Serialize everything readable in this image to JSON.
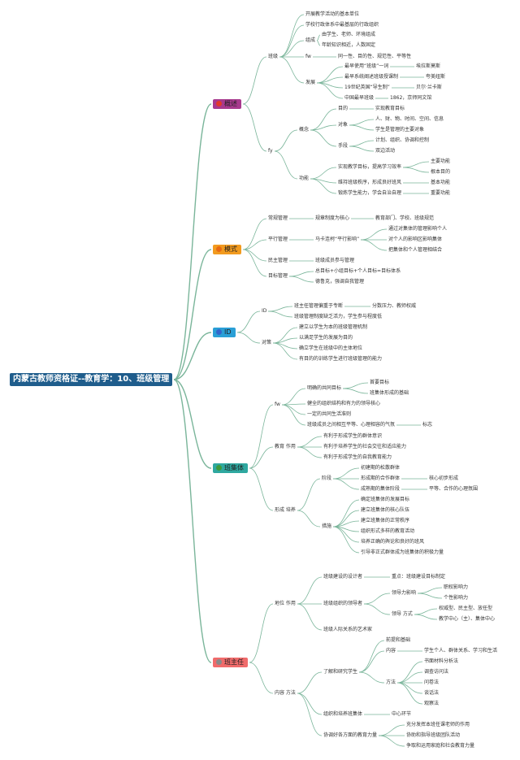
{
  "root": {
    "id": "root",
    "label": "内蒙古教师资格证--教育学：10、班级管理",
    "bg": "#1f5d8c"
  },
  "colors": {
    "edge": "#7ab59a",
    "node_text": "#333333"
  },
  "nodes": [
    {
      "id": "n1",
      "parent": "root",
      "label": "概述",
      "major": true,
      "bg": "#a83a8e",
      "dot": "#e23a2a",
      "icon": "red-circle-icon"
    },
    {
      "id": "n1a",
      "parent": "n1",
      "label": "班级"
    },
    {
      "id": "n1a1",
      "parent": "n1a",
      "label": "开展教学活动的基本单位"
    },
    {
      "id": "n1a2",
      "parent": "n1a",
      "label": "学校行政体系中最基层的行政组织"
    },
    {
      "id": "n1a3",
      "parent": "n1a",
      "label": "组成"
    },
    {
      "id": "n1a3a",
      "parent": "n1a3",
      "label": "由学生、老师、环境组成"
    },
    {
      "id": "n1a3b",
      "parent": "n1a3",
      "label": "年龄知识相近，人数固定"
    },
    {
      "id": "n1a4",
      "parent": "n1a",
      "label": "fw"
    },
    {
      "id": "n1a4a",
      "parent": "n1a4",
      "label": "同一性、目的性、规范性、平等性"
    },
    {
      "id": "n1a5",
      "parent": "n1a",
      "label": "发展"
    },
    {
      "id": "n1a5a",
      "parent": "n1a5",
      "label": "最早使用“班级”一词"
    },
    {
      "id": "n1a5a1",
      "parent": "n1a5a",
      "label": "埃拉斯莫斯"
    },
    {
      "id": "n1a5b",
      "parent": "n1a5",
      "label": "最早系统阐述班级授课制"
    },
    {
      "id": "n1a5b1",
      "parent": "n1a5b",
      "label": "夸美纽斯"
    },
    {
      "id": "n1a5c",
      "parent": "n1a5",
      "label": "19世纪英国“导生制”"
    },
    {
      "id": "n1a5c1",
      "parent": "n1a5c",
      "label": "贝尔·兰卡斯"
    },
    {
      "id": "n1a5d",
      "parent": "n1a5",
      "label": "中国最早班级"
    },
    {
      "id": "n1a5d1",
      "parent": "n1a5d",
      "label": "1862，京师同文馆"
    },
    {
      "id": "n1b",
      "parent": "n1",
      "label": "fy"
    },
    {
      "id": "n1b1",
      "parent": "n1b",
      "label": "概念"
    },
    {
      "id": "n1b1a",
      "parent": "n1b1",
      "label": "目的"
    },
    {
      "id": "n1b1a1",
      "parent": "n1b1a",
      "label": "实现教育目标"
    },
    {
      "id": "n1b1b",
      "parent": "n1b1",
      "label": "对象"
    },
    {
      "id": "n1b1b1",
      "parent": "n1b1b",
      "label": "人、财、物、时间、空间、信息"
    },
    {
      "id": "n1b1b2",
      "parent": "n1b1b",
      "label": "学生是管理的主要对象"
    },
    {
      "id": "n1b1c",
      "parent": "n1b1",
      "label": "手段"
    },
    {
      "id": "n1b1c1",
      "parent": "n1b1c",
      "label": "计划、组织、协调和控制"
    },
    {
      "id": "n1b1c2",
      "parent": "n1b1c",
      "label": "双边活动"
    },
    {
      "id": "n1b2",
      "parent": "n1b",
      "label": "功能"
    },
    {
      "id": "n1b2a",
      "parent": "n1b2",
      "label": "实现教学目标，提高学习效率"
    },
    {
      "id": "n1b2a1",
      "parent": "n1b2a",
      "label": "主要功能"
    },
    {
      "id": "n1b2a2",
      "parent": "n1b2a",
      "label": "根本目的"
    },
    {
      "id": "n1b2b",
      "parent": "n1b2",
      "label": "维持班级秩序，形成良好班风"
    },
    {
      "id": "n1b2b1",
      "parent": "n1b2b",
      "label": "基本功能"
    },
    {
      "id": "n1b2c",
      "parent": "n1b2",
      "label": "锻炼学生能力，学会自治自理"
    },
    {
      "id": "n1b2c1",
      "parent": "n1b2c",
      "label": "重要功能"
    },
    {
      "id": "n2",
      "parent": "root",
      "label": "模式",
      "major": true,
      "bg": "#f29b1f",
      "dot": "#e86a12",
      "icon": "orange-circle-icon"
    },
    {
      "id": "n2a",
      "parent": "n2",
      "label": "常规管理"
    },
    {
      "id": "n2a1",
      "parent": "n2a",
      "label": "规章制度为核心"
    },
    {
      "id": "n2a1a",
      "parent": "n2a1",
      "label": "教育部门、学校、班级规范"
    },
    {
      "id": "n2b",
      "parent": "n2",
      "label": "平行管理"
    },
    {
      "id": "n2b1",
      "parent": "n2b",
      "label": "马卡连柯“平行影响”"
    },
    {
      "id": "n2b1a",
      "parent": "n2b1",
      "label": "通过对集体的管理影响个人"
    },
    {
      "id": "n2b1b",
      "parent": "n2b1",
      "label": "对个人的影响区影响集体"
    },
    {
      "id": "n2b1c",
      "parent": "n2b1",
      "label": "把集体和个人管理相结合"
    },
    {
      "id": "n2c",
      "parent": "n2",
      "label": "民主管理"
    },
    {
      "id": "n2c1",
      "parent": "n2c",
      "label": "班级成员参与管理"
    },
    {
      "id": "n2d",
      "parent": "n2",
      "label": "目标管理"
    },
    {
      "id": "n2d1",
      "parent": "n2d",
      "label": "总目标+小组目标+个人目标=目标体系"
    },
    {
      "id": "n2d2",
      "parent": "n2d",
      "label": "德鲁克，强调自我管理"
    },
    {
      "id": "n3",
      "parent": "root",
      "label": "ID",
      "major": true,
      "bg": "#2a9fd6",
      "dot": "#3366cc",
      "icon": "blue-circle-icon"
    },
    {
      "id": "n3a",
      "parent": "n3",
      "label": "ID"
    },
    {
      "id": "n3a1",
      "parent": "n3a",
      "label": "班主任管理偏重于专断"
    },
    {
      "id": "n3a1a",
      "parent": "n3a1",
      "label": "分数压力、教师权威"
    },
    {
      "id": "n3a2",
      "parent": "n3a",
      "label": "班级管理制度缺乏活力，学生参与程度低"
    },
    {
      "id": "n3b",
      "parent": "n3",
      "label": "对策"
    },
    {
      "id": "n3b1",
      "parent": "n3b",
      "label": "建立以学生为本的班级管理机制"
    },
    {
      "id": "n3b2",
      "parent": "n3b",
      "label": "以满足学生的发展为目的"
    },
    {
      "id": "n3b3",
      "parent": "n3b",
      "label": "确立学生在班级中的主体地位"
    },
    {
      "id": "n3b4",
      "parent": "n3b",
      "label": "有目的的训练学生进行班级管理的能力"
    },
    {
      "id": "n4",
      "parent": "root",
      "label": "班集体",
      "major": true,
      "bg": "#2fa8a0",
      "dot": "#3f9b3a",
      "icon": "green-circle-icon"
    },
    {
      "id": "n4a",
      "parent": "n4",
      "label": "fw"
    },
    {
      "id": "n4a1",
      "parent": "n4a",
      "label": "明确的共同目标"
    },
    {
      "id": "n4a1a",
      "parent": "n4a1",
      "label": "首要目标"
    },
    {
      "id": "n4a1b",
      "parent": "n4a1",
      "label": "班集体形成的基础"
    },
    {
      "id": "n4a2",
      "parent": "n4a",
      "label": "健全的组织结构和有力的领导核心"
    },
    {
      "id": "n4a3",
      "parent": "n4a",
      "label": "一定的共同生活准则"
    },
    {
      "id": "n4a4",
      "parent": "n4a",
      "label": "班级成员之间相互平等、心理相容的气氛"
    },
    {
      "id": "n4a4a",
      "parent": "n4a4",
      "label": "标志"
    },
    {
      "id": "n4b",
      "parent": "n4",
      "label": "教育 作用"
    },
    {
      "id": "n4b1",
      "parent": "n4b",
      "label": "有利于形成学生的群体意识"
    },
    {
      "id": "n4b2",
      "parent": "n4b",
      "label": "有利于培养学生的社会交往和适应能力"
    },
    {
      "id": "n4b3",
      "parent": "n4b",
      "label": "有利于形成学生的自我教育能力"
    },
    {
      "id": "n4c",
      "parent": "n4",
      "label": "形成 培养"
    },
    {
      "id": "n4c1",
      "parent": "n4c",
      "label": "阶段"
    },
    {
      "id": "n4c1a",
      "parent": "n4c1",
      "label": "初建期的松散群体"
    },
    {
      "id": "n4c1b",
      "parent": "n4c1",
      "label": "形成期的合作群体"
    },
    {
      "id": "n4c1b1",
      "parent": "n4c1b",
      "label": "核心初步形成"
    },
    {
      "id": "n4c1c",
      "parent": "n4c1",
      "label": "成熟期的集体阶段"
    },
    {
      "id": "n4c1c1",
      "parent": "n4c1c",
      "label": "平等、合作的心理氛围"
    },
    {
      "id": "n4c2",
      "parent": "n4c",
      "label": "措施"
    },
    {
      "id": "n4c2a",
      "parent": "n4c2",
      "label": "确定班集体的发展目标"
    },
    {
      "id": "n4c2b",
      "parent": "n4c2",
      "label": "建立班集体的核心队伍"
    },
    {
      "id": "n4c2c",
      "parent": "n4c2",
      "label": "建立班集体的正常秩序"
    },
    {
      "id": "n4c2d",
      "parent": "n4c2",
      "label": "组织形式多样的教育活动"
    },
    {
      "id": "n4c2e",
      "parent": "n4c2",
      "label": "培养正确的舆论和良好的班风"
    },
    {
      "id": "n4c2f",
      "parent": "n4c2",
      "label": "引导非正式群体成为班集体的积极力量"
    },
    {
      "id": "n5",
      "parent": "root",
      "label": "班主任",
      "major": true,
      "bg": "#f06b6b",
      "dot": "#8a8a8a",
      "icon": "gray-circle-icon"
    },
    {
      "id": "n5a",
      "parent": "n5",
      "label": "地位 作用"
    },
    {
      "id": "n5a1",
      "parent": "n5a",
      "label": "班级建设的设计者"
    },
    {
      "id": "n5a1a",
      "parent": "n5a1",
      "label": "重点：班级建设目标制定"
    },
    {
      "id": "n5a2",
      "parent": "n5a",
      "label": "班级组织的领导者"
    },
    {
      "id": "n5a2a",
      "parent": "n5a2",
      "label": "领导力影响"
    },
    {
      "id": "n5a2a1",
      "parent": "n5a2a",
      "label": "职权影响力"
    },
    {
      "id": "n5a2a2",
      "parent": "n5a2a",
      "label": "个性影响力"
    },
    {
      "id": "n5a2b",
      "parent": "n5a2",
      "label": "领导 方式"
    },
    {
      "id": "n5a2b1",
      "parent": "n5a2b",
      "label": "权威型、民主型、放任型"
    },
    {
      "id": "n5a2b2",
      "parent": "n5a2b",
      "label": "教学中心（主）、集体中心"
    },
    {
      "id": "n5a3",
      "parent": "n5a",
      "label": "班级人际关系的艺术家"
    },
    {
      "id": "n5b",
      "parent": "n5",
      "label": "内容 方法"
    },
    {
      "id": "n5b1",
      "parent": "n5b",
      "label": "了解和研究学生"
    },
    {
      "id": "n5b1a",
      "parent": "n5b1",
      "label": "前提和基础"
    },
    {
      "id": "n5b1b",
      "parent": "n5b1",
      "label": "内容"
    },
    {
      "id": "n5b1b1",
      "parent": "n5b1b",
      "label": "学生个人、群体关系、学习和生活"
    },
    {
      "id": "n5b1c",
      "parent": "n5b1",
      "label": "方法"
    },
    {
      "id": "n5b1c1",
      "parent": "n5b1c",
      "label": "书面材料分析法"
    },
    {
      "id": "n5b1c2",
      "parent": "n5b1c",
      "label": "调查访问法"
    },
    {
      "id": "n5b1c3",
      "parent": "n5b1c",
      "label": "问卷法"
    },
    {
      "id": "n5b1c4",
      "parent": "n5b1c",
      "label": "谈话法"
    },
    {
      "id": "n5b1c5",
      "parent": "n5b1c",
      "label": "观察法"
    },
    {
      "id": "n5b2",
      "parent": "n5b",
      "label": "组织和培养班集体"
    },
    {
      "id": "n5b2a",
      "parent": "n5b2",
      "label": "中心环节"
    },
    {
      "id": "n5b3",
      "parent": "n5b",
      "label": "协调好各方面的教育力量"
    },
    {
      "id": "n5b3a",
      "parent": "n5b3",
      "label": "充分发挥本班任课老师的作用"
    },
    {
      "id": "n5b3b",
      "parent": "n5b3",
      "label": "协助和指导班级团队活动"
    },
    {
      "id": "n5b3c",
      "parent": "n5b3",
      "label": "争取和运用家庭和社会教育力量"
    }
  ]
}
